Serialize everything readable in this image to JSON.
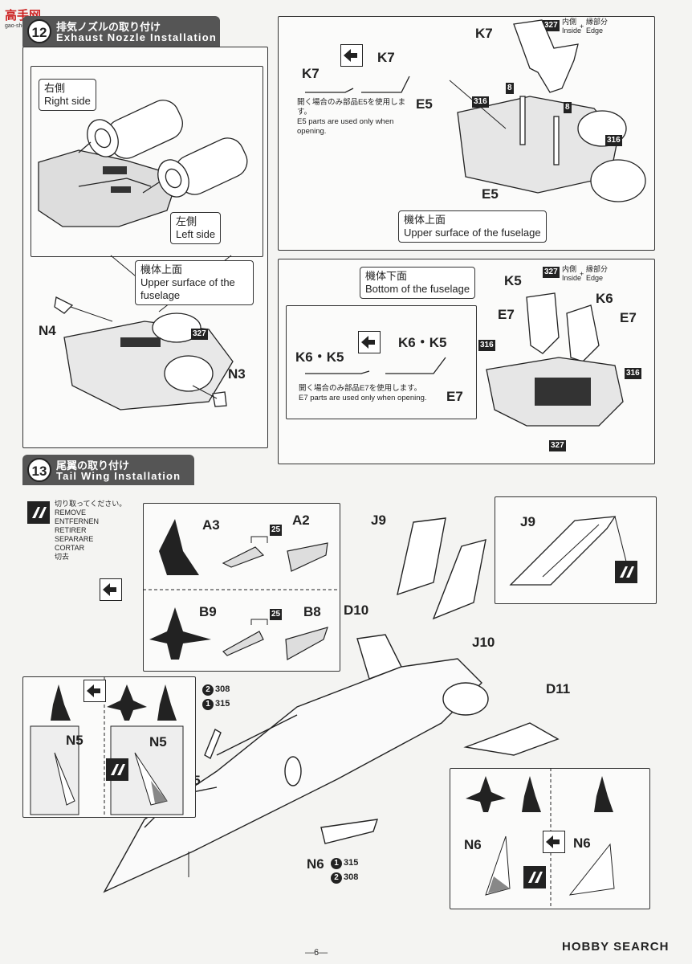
{
  "logo": {
    "text": "高手网",
    "sub": "gao-shou.net.cn"
  },
  "step12": {
    "num": "12",
    "title_jp": "排気ノズルの取り付け",
    "title_en": "Exhaust Nozzle Installation",
    "right_side_jp": "右側",
    "right_side_en": "Right side",
    "left_side_jp": "左側",
    "left_side_en": "Left side",
    "upper_jp": "機体上面",
    "upper_en": "Upper surface of the fuselage",
    "n4": "N4",
    "n3": "N3",
    "paint_327": "327"
  },
  "panel_k7": {
    "k7": "K7",
    "e5": "E5",
    "note_jp": "開く場合のみ部品E5を使用します。",
    "note_en": "E5 parts are used only when opening.",
    "inside_jp": "内側",
    "inside_en": "Inside",
    "edge_jp": "縁部分",
    "edge_en": "Edge",
    "plus": "+",
    "p327": "327",
    "p8": "8",
    "p316": "316",
    "upper_jp": "機体上面",
    "upper_en": "Upper surface of the fuselage"
  },
  "panel_k6": {
    "bottom_jp": "機体下面",
    "bottom_en": "Bottom of the fuselage",
    "k5": "K5",
    "k6": "K6",
    "e7": "E7",
    "k6k5": "K6・K5",
    "note_jp": "開く場合のみ部品E7を使用します。",
    "note_en": "E7 parts are used only when opening.",
    "inside_jp": "内側",
    "inside_en": "Inside",
    "edge_jp": "縁部分",
    "edge_en": "Edge",
    "plus": "+",
    "p327": "327",
    "p316": "316"
  },
  "step13": {
    "num": "13",
    "title_jp": "尾翼の取り付け",
    "title_en": "Tail Wing Installation",
    "remove": [
      "切り取ってください。",
      "REMOVE",
      "ENTFERNEN",
      "RETIRER",
      "SEPARARE",
      "CORTAR",
      "切去"
    ],
    "a3": "A3",
    "a2": "A2",
    "b9": "B9",
    "b8": "B8",
    "p25": "25",
    "j9": "J9",
    "j10": "J10",
    "d10": "D10",
    "d11": "D11",
    "n5": "N5",
    "n6": "N6",
    "p308": "308",
    "p315": "315",
    "c1": "1",
    "c2": "2"
  },
  "footer": {
    "page": "—6—",
    "watermark": "HOBBY SEARCH"
  }
}
